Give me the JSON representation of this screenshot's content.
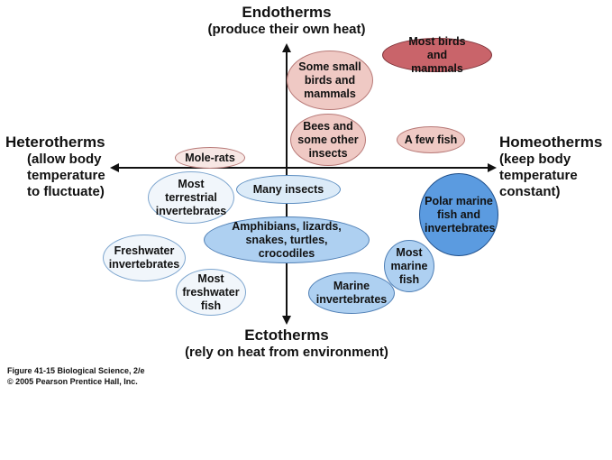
{
  "top": {
    "title": "Endotherms",
    "sub": "(produce their own heat)"
  },
  "bottom": {
    "title": "Ectotherms",
    "sub": "(rely on heat from environment)"
  },
  "left": {
    "title": "Heterotherms",
    "line1": "(allow body",
    "line2": "temperature",
    "line3": "to fluctuate)"
  },
  "right": {
    "title": "Homeotherms",
    "line1": "(keep body",
    "line2": "temperature",
    "line3": "constant)"
  },
  "groups": {
    "most_birds_mammals": "Most birds and mammals",
    "some_small_birds": "Some small birds and mammals",
    "bees": "Bees and some other insects",
    "few_fish": "A few fish",
    "mole_rats": "Mole-rats",
    "many_insects": "Many insects",
    "terrestrial_inv": "Most terrestrial invertebrates",
    "polar_marine": "Polar marine fish and invertebrates",
    "amphibians": "Amphibians, lizards, snakes, turtles, crocodiles",
    "freshwater_inv": "Freshwater invertebrates",
    "most_marine_fish": "Most marine fish",
    "most_freshwater_fish": "Most freshwater fish",
    "marine_inv": "Marine invertebrates"
  },
  "caption": {
    "line1": "Figure 41-15  Biological Science, 2/e",
    "line2": "© 2005 Pearson Prentice Hall, Inc."
  },
  "colors": {
    "axis": "#111111",
    "red_dark_fill": "#c9646a",
    "red_light_fill": "#efc9c4",
    "red_pale_fill": "#f7e7e4",
    "blue_dark_fill": "#5b9be0",
    "blue_mid_fill": "#aed0f1",
    "blue_light_fill": "#dcebf8",
    "blue_pale_fill": "#f1f6fb"
  }
}
